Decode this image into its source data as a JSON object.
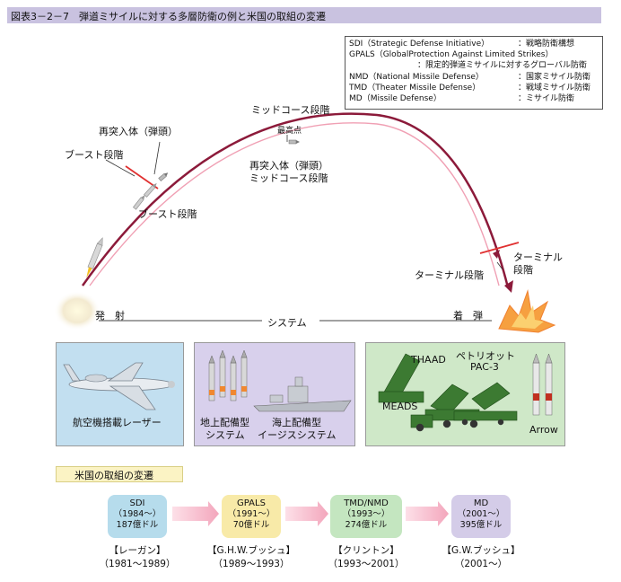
{
  "title": "図表3－2－7　弾道ミサイルに対する多層防衛の例と米国の取組の変遷",
  "legend": [
    {
      "abbr": "SDI（Strategic Defense Initiative）",
      "ja": "：戦略防衛構想"
    },
    {
      "abbr": "GPALS（GlobalProtection Against Limited Strikes）",
      "ja": ""
    },
    {
      "abbr": "",
      "ja": "：限定的弾道ミサイルに対するグローバル防衛"
    },
    {
      "abbr": "NMD（National Missile Defense）",
      "ja": "：国家ミサイル防衛"
    },
    {
      "abbr": "TMD（Theater Missile Defense）",
      "ja": "：戦域ミサイル防衛"
    },
    {
      "abbr": "MD（Missile Defense）",
      "ja": "：ミサイル防衛"
    }
  ],
  "trajectory": {
    "midcourse_top": "ミッドコース段階",
    "apex": "最高点",
    "reentry_top": "再突入体（弾頭）",
    "boost_left": "ブースト段階",
    "boost_right": "ブースト段階",
    "reentry_mid": "再突入体（弾頭）",
    "midcourse_mid": "ミッドコース段階",
    "terminal_right_1": "ターミナル",
    "terminal_right_2": "段階",
    "terminal_left": "ターミナル段階",
    "launch": "発　射",
    "system": "システム",
    "impact": "着　弾"
  },
  "systems": {
    "airborne_laser": "航空機搭載レーザー",
    "ground_1": "地上配備型",
    "ground_2": "システム",
    "sea_1": "海上配備型",
    "sea_2": "イージスシステム",
    "thaad": "THAAD",
    "patriot_1": "ペトリオット",
    "patriot_2": "PAC-3",
    "meads": "MEADS",
    "arrow": "Arrow"
  },
  "evolution": {
    "heading": "米国の取組の変遷",
    "stages": [
      {
        "code": "SDI",
        "years": "（1984～）",
        "budget": "187億ドル",
        "leader": "【レーガン】",
        "term": "（1981～1989）"
      },
      {
        "code": "GPALS",
        "years": "（1991～）",
        "budget": "70億ドル",
        "leader": "【G.H.W.ブッシュ】",
        "term": "（1989～1993）"
      },
      {
        "code": "TMD/NMD",
        "years": "（1993～）",
        "budget": "274億ドル",
        "leader": "【クリントン】",
        "term": "（1993～2001）"
      },
      {
        "code": "MD",
        "years": "（2001～）",
        "budget": "395億ドル",
        "leader": "【G.W.ブッシュ】",
        "term": "（2001～）"
      }
    ]
  },
  "colors": {
    "trajectory": "#8c1a3a",
    "intercept": "#e03030",
    "arrow_band": "#f3b6c8"
  }
}
